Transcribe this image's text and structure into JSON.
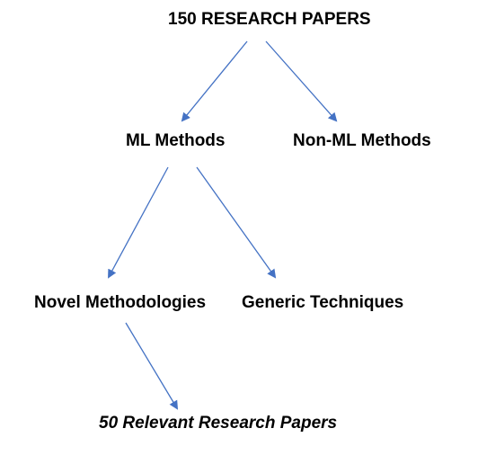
{
  "nodes": {
    "root": "150 RESEARCH PAPERS",
    "ml": "ML Methods",
    "non_ml": "Non-ML Methods",
    "novel": "Novel Methodologies",
    "generic": "Generic Techniques",
    "relevant": "50 Relevant Research Papers"
  },
  "colors": {
    "arrow": "#4472C4",
    "text": "#000000",
    "background": "#FFFFFF"
  }
}
